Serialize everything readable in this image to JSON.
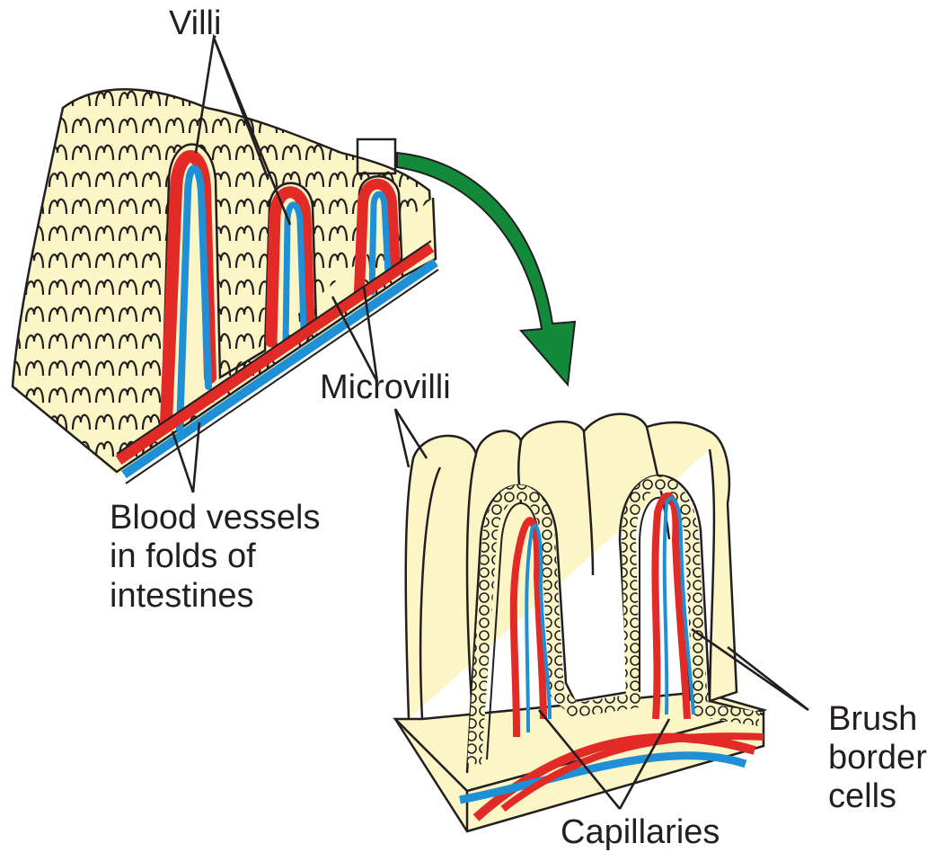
{
  "labels": {
    "villi": "Villi",
    "microvilli": "Microvilli",
    "blood_vessels": [
      "Blood vessels",
      "in folds of",
      "intestines"
    ],
    "brush_border": [
      "Brush",
      "border",
      "cells"
    ],
    "capillaries": "Capillaries"
  },
  "colors": {
    "tissue": "#fcf6c6",
    "outline": "#231f20",
    "artery": "#e22a27",
    "vein": "#1f8fd6",
    "arrow": "#128a3a"
  }
}
